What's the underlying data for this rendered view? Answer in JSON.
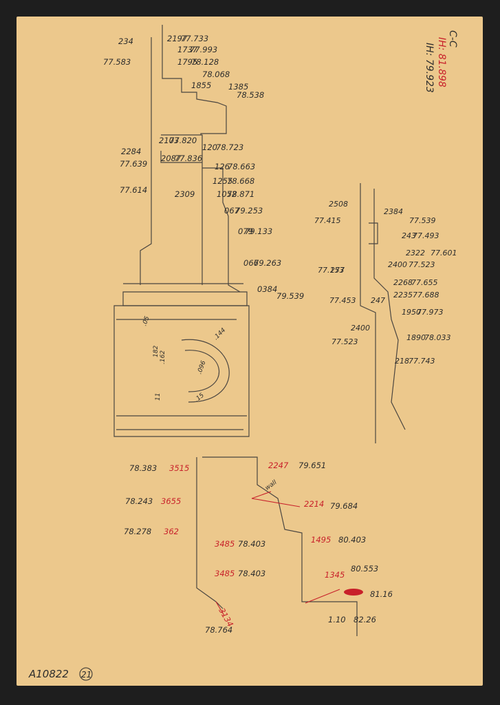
{
  "sheet": {
    "catalog_number": "A10822",
    "page_number": "21",
    "section_label": "C-C",
    "header_ih_red": "IH: 81.898",
    "header_ih_gray": "IH: 79.923"
  },
  "upper_profile_labels": [
    "234",
    "77.583",
    "2197",
    "77.733",
    "1737",
    "77.993",
    "1795",
    "78.128",
    "1855",
    "78.068",
    "1385",
    "78.538",
    "2103",
    "77.820",
    "120",
    "78.723",
    "2284",
    "77.639",
    "2087",
    "77.836",
    "126",
    "78.663",
    "1255",
    "78.668",
    "77.614",
    "2309",
    "1052",
    "78.871",
    "067",
    "79.253",
    "079",
    "79.133",
    "066",
    "79.263",
    "0384",
    "79.539"
  ],
  "plan_notes": [
    ".05",
    "182",
    ".162",
    ".096",
    "11",
    ".15",
    ".144"
  ],
  "right_profile_labels": [
    "2508",
    "77.415",
    "2384",
    "77.539",
    "243",
    "77.493",
    "2322",
    "77.601",
    "277",
    "77.153",
    "2400",
    "77.523",
    "2268",
    "77.655",
    "2235",
    "77.688",
    "77.453",
    "247",
    "1950",
    "77.973",
    "2400",
    "77.523",
    "1890",
    "78.033",
    "218",
    "77.743"
  ],
  "lower_profile_labels": {
    "black": [
      "78.383",
      "79.651",
      "78.243",
      "79.684",
      "78.278",
      "78.403",
      "80.403",
      "78.403",
      "80.553",
      "81.16",
      "78.764",
      "1.10",
      "82.26"
    ],
    "red": [
      "3515",
      "2247",
      "3655",
      "2214",
      "362",
      "3485",
      "1495",
      "3485",
      "1345",
      "3134"
    ]
  },
  "lower_note": "wall",
  "colors": {
    "paper": "#ecc88c",
    "pencil": "#2c2c2c",
    "red_pencil": "#c8202a",
    "background": "#1e1e1e"
  }
}
